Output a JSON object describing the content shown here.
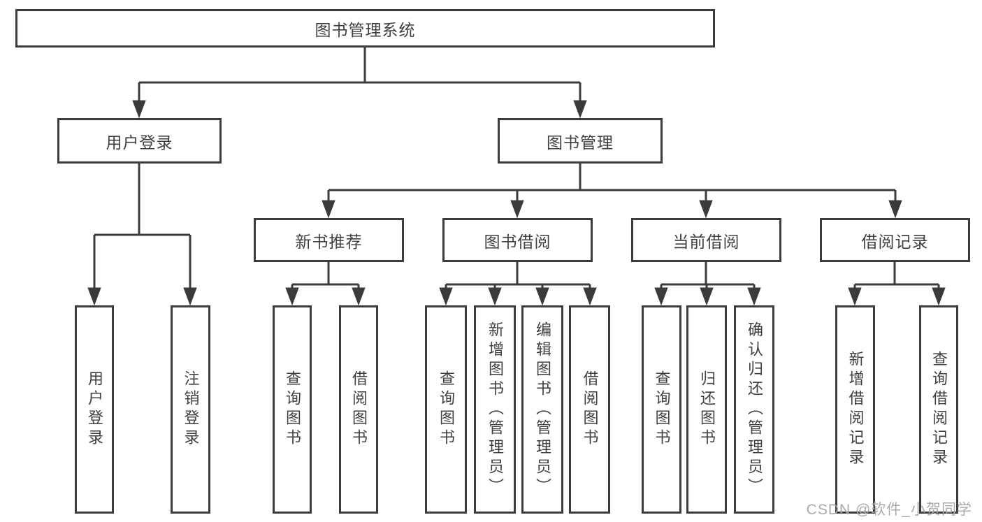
{
  "tree": {
    "root": {
      "label": "图书管理系统",
      "children": [
        {
          "label": "用户登录",
          "children": [
            {
              "label": "用户登录"
            },
            {
              "label": "注销登录"
            }
          ]
        },
        {
          "label": "图书管理",
          "children": [
            {
              "label": "新书推荐",
              "children": [
                {
                  "label": "查询图书"
                },
                {
                  "label": "借阅图书"
                }
              ]
            },
            {
              "label": "图书借阅",
              "children": [
                {
                  "label": "查询图书"
                },
                {
                  "label": "新增图书（管理员）"
                },
                {
                  "label": "编辑图书（管理员）"
                },
                {
                  "label": "借阅图书"
                }
              ]
            },
            {
              "label": "当前借阅",
              "children": [
                {
                  "label": "查询图书"
                },
                {
                  "label": "归还图书"
                },
                {
                  "label": "确认归还（管理员）"
                }
              ]
            },
            {
              "label": "借阅记录",
              "children": [
                {
                  "label": "新增借阅记录"
                },
                {
                  "label": "查询借阅记录"
                }
              ]
            }
          ]
        }
      ]
    }
  },
  "watermark": {
    "text": "CSDN @软件_小贺同学"
  },
  "colors": {
    "line": "#3b3b3b",
    "text": "#3f3f3f",
    "box_background": "#ffffff",
    "page_background": "#ffffff",
    "watermark": "#a6a6a6"
  }
}
